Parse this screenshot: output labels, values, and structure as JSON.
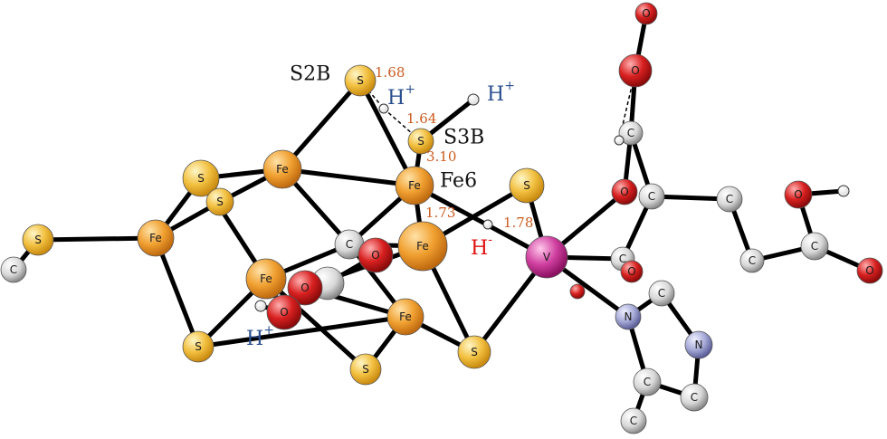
{
  "colors": {
    "bond": "#000000",
    "hbond": "#000000",
    "sulfur": "#f2c040",
    "iron": "#f0a030",
    "carbon": "#d8d8d8",
    "oxygen": "#d82020",
    "nitrogen": "#a8acd8",
    "vanadium": "#d040a0",
    "hydrogen": "#ffffff",
    "label_black": "#111111",
    "label_blue": "#2a4f8f",
    "label_red": "#e01010",
    "distance_orange": "#cc5a1e"
  },
  "atoms": [
    {
      "id": "S_left",
      "element": "S",
      "label": "S"
    },
    {
      "id": "C_left",
      "element": "C",
      "label": "C"
    },
    {
      "id": "S1",
      "element": "S",
      "label": "S"
    },
    {
      "id": "S_mid",
      "element": "S",
      "label": "S"
    },
    {
      "id": "Fe_left",
      "element": "Fe",
      "label": "Fe"
    },
    {
      "id": "Fe_top",
      "element": "Fe",
      "label": "Fe"
    },
    {
      "id": "S2B",
      "element": "S",
      "label": "S"
    },
    {
      "id": "S3B",
      "element": "S",
      "label": "S"
    },
    {
      "id": "H_S3B",
      "element": "H",
      "label": ""
    },
    {
      "id": "H_bridge",
      "element": "H",
      "label": ""
    },
    {
      "id": "Fe6",
      "element": "Fe",
      "label": "Fe"
    },
    {
      "id": "S_right",
      "element": "S",
      "label": "S"
    },
    {
      "id": "C_center",
      "element": "C",
      "label": "C"
    },
    {
      "id": "Fe_center",
      "element": "Fe",
      "label": "Fe"
    },
    {
      "id": "Fe_bl",
      "element": "Fe",
      "label": "Fe"
    },
    {
      "id": "C_bl",
      "element": "C",
      "label": ""
    },
    {
      "id": "O_1",
      "element": "O",
      "label": "O"
    },
    {
      "id": "O_2",
      "element": "O",
      "label": "O"
    },
    {
      "id": "O_3",
      "element": "O",
      "label": "O"
    },
    {
      "id": "H_O",
      "element": "H",
      "label": ""
    },
    {
      "id": "S_bl",
      "element": "S",
      "label": "S"
    },
    {
      "id": "Fe_bot",
      "element": "Fe",
      "label": "Fe"
    },
    {
      "id": "S_bot",
      "element": "S",
      "label": "S"
    },
    {
      "id": "S_br",
      "element": "S",
      "label": "S"
    },
    {
      "id": "H_hydride",
      "element": "H",
      "label": ""
    },
    {
      "id": "V",
      "element": "V",
      "label": "V"
    },
    {
      "id": "O_top",
      "element": "O",
      "label": "O"
    },
    {
      "id": "O_top2",
      "element": "O",
      "label": "O"
    },
    {
      "id": "C_hc1",
      "element": "C",
      "label": "C"
    },
    {
      "id": "H_hc",
      "element": "H",
      "label": ""
    },
    {
      "id": "O_hc",
      "element": "O",
      "label": "O"
    },
    {
      "id": "C_hc2",
      "element": "C",
      "label": "C"
    },
    {
      "id": "C_hc3",
      "element": "C",
      "label": "C"
    },
    {
      "id": "C_hc4",
      "element": "C",
      "label": "C"
    },
    {
      "id": "C_hc5",
      "element": "C",
      "label": "C"
    },
    {
      "id": "O_hc2",
      "element": "O",
      "label": "O"
    },
    {
      "id": "H_hc2",
      "element": "H",
      "label": ""
    },
    {
      "id": "O_hc3",
      "element": "O",
      "label": "O"
    },
    {
      "id": "C_hc6",
      "element": "C",
      "label": "C"
    },
    {
      "id": "O_hc4",
      "element": "O",
      "label": "O"
    },
    {
      "id": "O_hc5",
      "element": "O",
      "label": ""
    },
    {
      "id": "N_his1",
      "element": "N",
      "label": "N"
    },
    {
      "id": "C_his1",
      "element": "C",
      "label": "C"
    },
    {
      "id": "N_his2",
      "element": "N",
      "label": "N"
    },
    {
      "id": "C_his2",
      "element": "C",
      "label": "C"
    },
    {
      "id": "C_his3",
      "element": "C",
      "label": "C"
    },
    {
      "id": "C_his4",
      "element": "C",
      "label": "C"
    }
  ],
  "labels": {
    "s2b": "S2B",
    "s3b": "S3B",
    "fe6": "Fe6",
    "h_plus_top": "H",
    "h_plus_top_sup": "+",
    "h_plus_right": "H",
    "h_plus_right_sup": "+",
    "h_plus_bottom": "H",
    "h_plus_bottom_sup": "+",
    "h_minus": "H",
    "h_minus_sup": "-"
  },
  "distances": {
    "d1": "1.68",
    "d2": "1.64",
    "d3": "3.10",
    "d4": "1.73",
    "d5": "1.78"
  }
}
